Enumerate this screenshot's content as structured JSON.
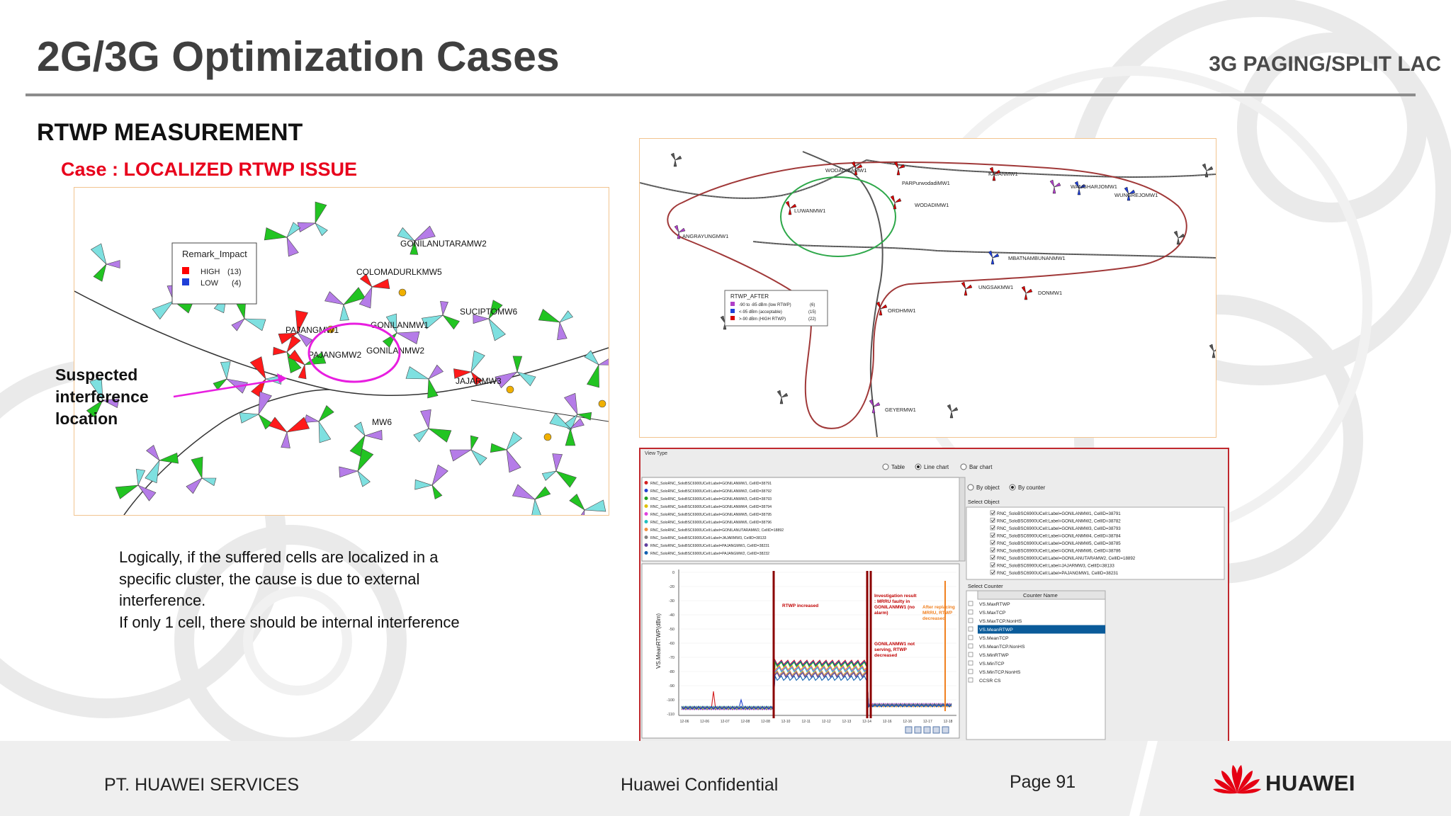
{
  "slide": {
    "title": "2G/3G Optimization Cases",
    "section_tag": "3G PAGING/SPLIT LAC",
    "subheading": "RTWP MEASUREMENT",
    "case_label": "Case : LOCALIZED RTWP ISSUE"
  },
  "map_left": {
    "legend_title": "Remark_Impact",
    "legend_items": [
      {
        "label": "HIGH",
        "count": "(13)",
        "color": "#ff0000"
      },
      {
        "label": "LOW",
        "count": "(4)",
        "color": "#1f3fd8"
      }
    ],
    "site_labels": [
      "GONILANUTARAMW2",
      "COLOMADURLKMW5",
      "SUCIPTOMW6",
      "PAJANGMW1",
      "GONILANMW1",
      "PAJANGMW2",
      "GONILANMW2",
      "JAJARMW3",
      "MW6"
    ]
  },
  "annotation": {
    "suspect_lines": [
      "Suspected",
      "interference",
      "location"
    ],
    "arrow_color": "#e81ee0",
    "circle_color": "#e81ee0"
  },
  "explanation": {
    "lines": [
      "Logically, if the suffered cells are localized in a",
      "specific cluster, the cause is due to external",
      "interference.",
      "If only 1 cell, there should be internal interference"
    ]
  },
  "map_right": {
    "legend_title": "RTWP_AFTER",
    "legend_items": [
      {
        "label": "-90 to -85 dBm (low RTWP)",
        "count": "(6)",
        "color": "#b040c8"
      },
      {
        "label": "<-95 dBm (acceptable)",
        "count": "(15)",
        "color": "#1f3fd8"
      },
      {
        "label": ">-90 dBm (HIGH RTWP)",
        "count": "(22)",
        "color": "#d80000"
      }
    ],
    "site_labels": [
      "WODADIBAMW1",
      "PARPurwodadiMW1",
      "KAJANMW1",
      "WANGHARJOMW1",
      "WUNGREJOMW1",
      "LUWANMW1",
      "ANGRAYUNGMW1",
      "WODADIMW1",
      "MBATNAMBUNANMW1",
      "UNGSAKMW1",
      "DONMW1",
      "ORDHMW1",
      "GEYERMW1"
    ]
  },
  "chart_panel": {
    "view_type_label": "View Type",
    "view_options": [
      "Table",
      "Line chart",
      "Bar chart"
    ],
    "selected_view": "Line chart",
    "series": [
      {
        "label": "RNC_SoloRNC_SoloBSC6900UCell:Label=GONILANMW1, CellID=38791",
        "color": "#d42020"
      },
      {
        "label": "RNC_SoloRNC_SoloBSC6900UCell:Label=GONILANMW2, CellID=38792",
        "color": "#2040d0"
      },
      {
        "label": "RNC_SoloRNC_SoloBSC6900UCell:Label=GONILANMW3, CellID=38793",
        "color": "#20a020"
      },
      {
        "label": "RNC_SoloRNC_SoloBSC6900UCell:Label=GONILANMW4, CellID=38794",
        "color": "#e0c000"
      },
      {
        "label": "RNC_SoloRNC_SoloBSC6900UCell:Label=GONILANMW5, CellID=38795",
        "color": "#e040e0"
      },
      {
        "label": "RNC_SoloRNC_SoloBSC6900UCell:Label=GONILANMW6, CellID=38796",
        "color": "#20c0c0"
      },
      {
        "label": "RNC_SoloRNC_SoloBSC6900UCell:Label=GONILANUTARAMW2, CellID=18892",
        "color": "#f09040"
      },
      {
        "label": "RNC_SoloRNC_SoloBSC6900UCell:Label=JAJARMW3, CellID=38133",
        "color": "#808080"
      },
      {
        "label": "RNC_SoloRNC_SoloBSC6900UCell:Label=PAJANGMW1, CellID=38231",
        "color": "#6040a0"
      },
      {
        "label": "RNC_SoloRNC_SoloBSC6900UCell:Label=PAJANGMW2, CellID=38232",
        "color": "#1060b0"
      }
    ],
    "select_mode_options": [
      "By object",
      "By counter"
    ],
    "selected_mode": "By counter",
    "select_object_label": "Select Object",
    "objects": [
      "RNC_SoloBSC6900UCell:Label=GONILANMW1, CellID=38791",
      "RNC_SoloBSC6900UCell:Label=GONILANMW2, CellID=38782",
      "RNC_SoloBSC6900UCell:Label=GONILANMW3, CellID=38793",
      "RNC_SoloBSC6900UCell:Label=GONILANMW4, CellID=38784",
      "RNC_SoloBSC6900UCell:Label=GONILANMW5, CellID=38785",
      "RNC_SoloBSC6900UCell:Label=GONILANMW6, CellID=38786",
      "RNC_SoloBSC6900UCell:Label=GONILANUTARAMW2, CellID=18892",
      "RNC_SoloBSC6900UCell:Label=JAJARMW3, CellID=38133",
      "RNC_SoloBSC6900UCell:Label=PAJANGMW1, CellID=38231"
    ],
    "select_counter_label": "Select Counter",
    "counter_header": "Counter Name",
    "counters": [
      "VS.MaxRTWP",
      "VS.MaxTCP",
      "VS.MaxTCP.NonHS",
      "VS.MeanRTWP",
      "VS.MeanTCP",
      "VS.MeanTCP.NonHS",
      "VS.MinRTWP",
      "VS.MinTCP",
      "VS.MinTCP.NonHS",
      "CCSR CS"
    ],
    "selected_counter": "VS.MeanRTWP",
    "y_axis_label": "VS.MeanRTWP(dBm)",
    "y_ticks": [
      "0",
      "-20",
      "-30",
      "-40",
      "-50",
      "-60",
      "-70",
      "-80",
      "-90",
      "-100",
      "-110"
    ],
    "x_ticks": [
      "12-06",
      "12-06",
      "12-07",
      "12-08",
      "12-08",
      "12-10",
      "12-11",
      "12-12",
      "12-13",
      "12-14",
      "12-16",
      "12-16",
      "12-17",
      "12-18"
    ],
    "annotations": [
      {
        "text": "RTWP increased",
        "color": "#c00000"
      },
      {
        "text": "Investigation result : MRRU faulty in GONILANMW1 (no alarm)",
        "color": "#c00000"
      },
      {
        "text": "GONILANMW1 not serving, RTWP decreased",
        "color": "#c00000"
      },
      {
        "text": "After replacing MRRU, RTWP decreased",
        "color": "#f08020"
      }
    ]
  },
  "footer": {
    "company": "PT. HUAWEI SERVICES",
    "confidential": "Huawei Confidential",
    "page": "Page 91",
    "brand": "HUAWEI",
    "brand_color": "#e50013"
  }
}
